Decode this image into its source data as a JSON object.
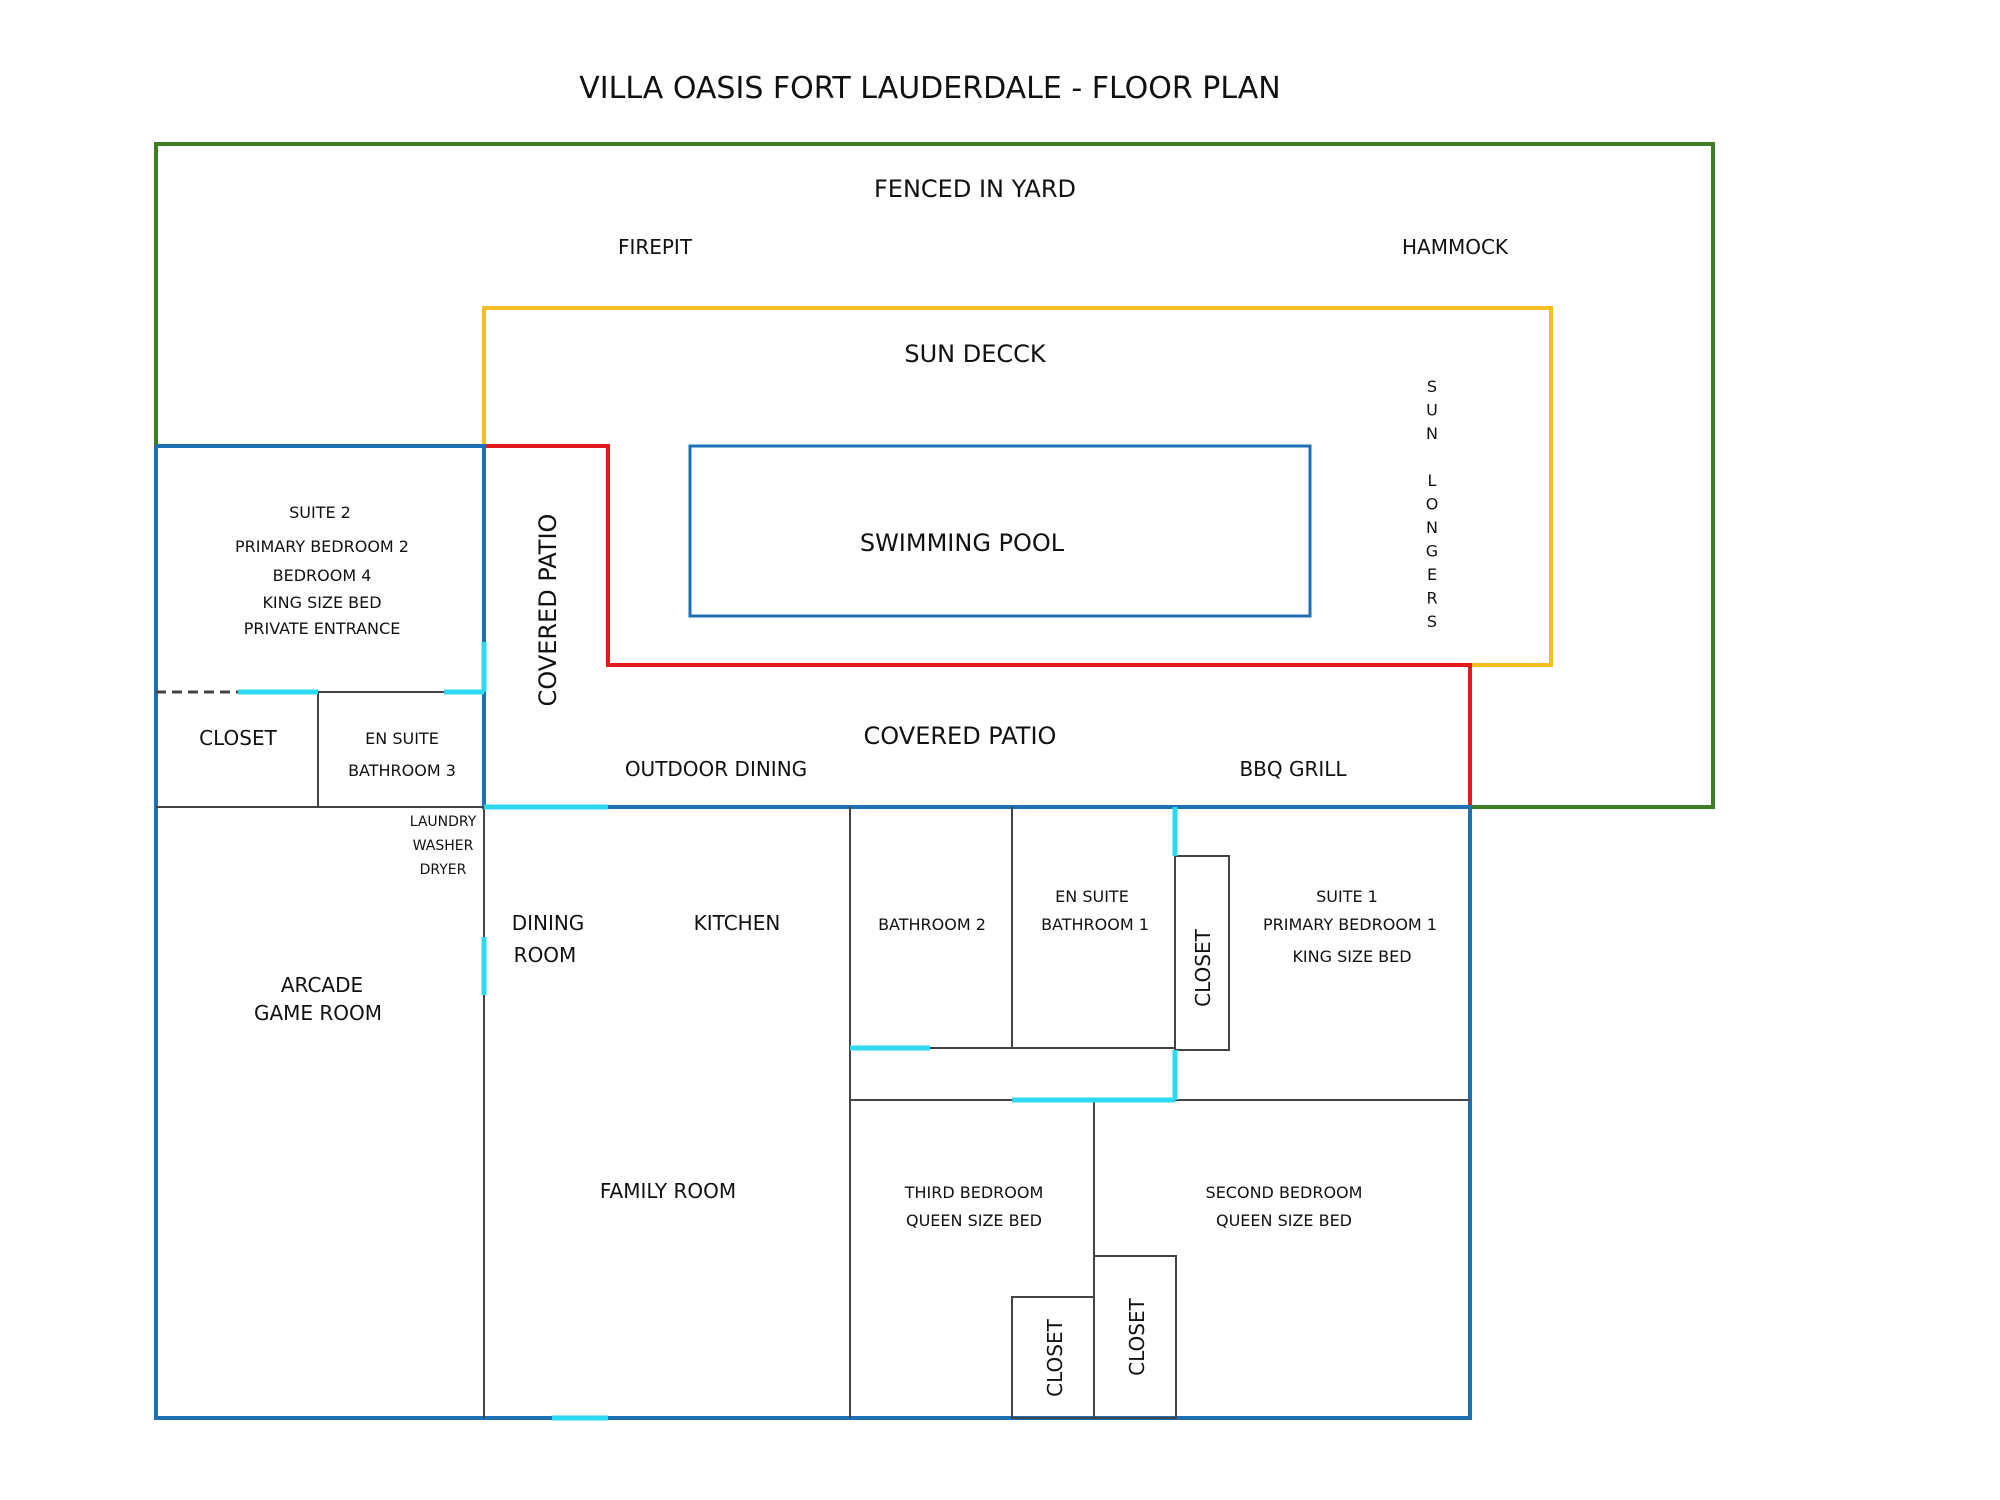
{
  "title": "VILLA OASIS FORT LAUDERDALE - FLOOR PLAN",
  "colors": {
    "yard_border": "#3f7d25",
    "sun_deck_border": "#f5bf1f",
    "patio_border": "#e11b1b",
    "house_border": "#1f6fb5",
    "pool_border": "#1f6fb5",
    "door_marker": "#2bd9f0",
    "wall": "#444444"
  },
  "labels": {
    "fenced_yard": "FENCED IN YARD",
    "firepit": "FIREPIT",
    "hammock": "HAMMOCK",
    "sun_deck": "SUN DECCK",
    "sun_longers": "SUN LONGERS",
    "swimming_pool": "SWIMMING POOL",
    "covered_patio_vertical": "COVERED PATIO",
    "covered_patio": "COVERED PATIO",
    "outdoor_dining": "OUTDOOR DINING",
    "bbq_grill": "BBQ GRILL",
    "suite2": [
      "SUITE 2",
      "PRIMARY BEDROOM 2",
      "BEDROOM 4",
      "KING SIZE BED",
      "PRIVATE ENTRANCE"
    ],
    "closet_suite2": "CLOSET",
    "en_suite_bath3": [
      "EN SUITE",
      "BATHROOM 3"
    ],
    "laundry": [
      "LAUNDRY",
      "WASHER",
      "DRYER"
    ],
    "arcade": [
      "ARCADE",
      "GAME ROOM"
    ],
    "dining": [
      "DINING",
      "ROOM"
    ],
    "kitchen": "KITCHEN",
    "bathroom2": "BATHROOM 2",
    "en_suite_bath1": [
      "EN SUITE",
      "BATHROOM 1"
    ],
    "closet_suite1": "CLOSET",
    "suite1": [
      "SUITE 1",
      "PRIMARY BEDROOM 1",
      "KING SIZE BED"
    ],
    "family_room": "FAMILY ROOM",
    "third_bedroom": [
      "THIRD BEDROOM",
      "QUEEN SIZE BED"
    ],
    "second_bedroom": [
      "SECOND BEDROOM",
      "QUEEN SIZE BED"
    ],
    "closet_third": "CLOSET",
    "closet_second": "CLOSET"
  }
}
